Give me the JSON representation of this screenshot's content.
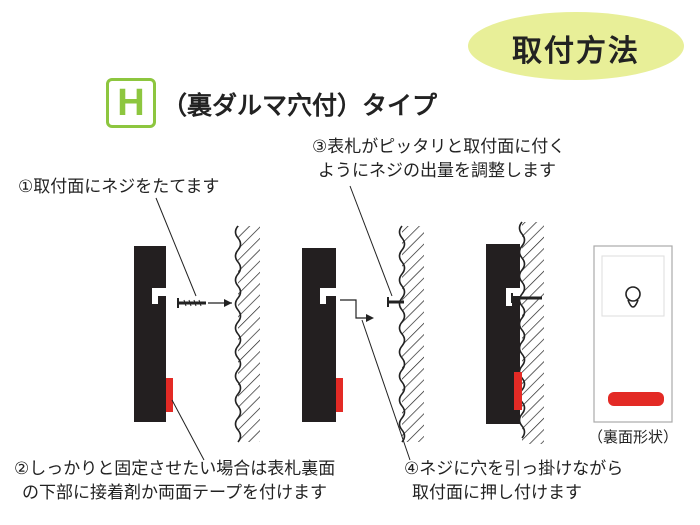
{
  "badge": {
    "text": "取付方法",
    "color": "#e8ef98"
  },
  "type_header": {
    "letter": "H",
    "title": "（裏ダルマ穴付）タイプ",
    "accent": "#8dc63f"
  },
  "steps": {
    "s1": "①取付面にネジをたてます",
    "s2_line1": "②しっかりと固定させたい場合は表札裏面",
    "s2_line2": "の下部に接着剤か両面テープを付けます",
    "s3_line1": "③表札がピッタリと取付面に付く",
    "s3_line2": "ようにネジの出量を調整します",
    "s4_line1": "④ネジに穴を引っ掛けながら",
    "s4_line2": "取付面に押し付けます"
  },
  "back_view": {
    "caption": "（裏面形状）"
  },
  "colors": {
    "plate": "#231f20",
    "adhesive": "#e32a25",
    "ink": "#222222"
  }
}
